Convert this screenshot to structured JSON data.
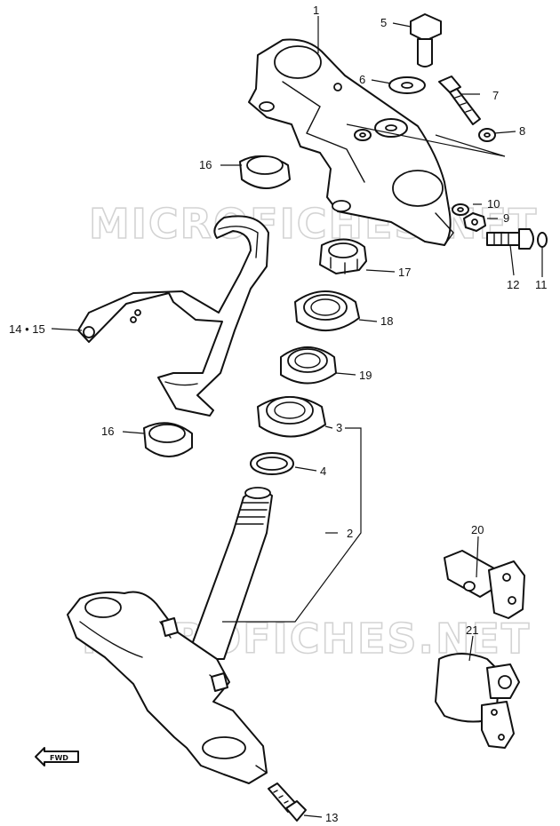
{
  "watermark": "MICROFICHES.NET",
  "fwd_label": "FWD",
  "callouts": {
    "p1": "1",
    "p2": "2",
    "p3": "3",
    "p4": "4",
    "p5": "5",
    "p6": "6",
    "p7": "7",
    "p8": "8",
    "p9": "9",
    "p10": "10",
    "p11": "11",
    "p12": "12",
    "p13": "13",
    "p14_15": "14 • 15",
    "p16a": "16",
    "p16b": "16",
    "p17": "17",
    "p18": "18",
    "p19": "19",
    "p20": "20",
    "p21": "21"
  }
}
